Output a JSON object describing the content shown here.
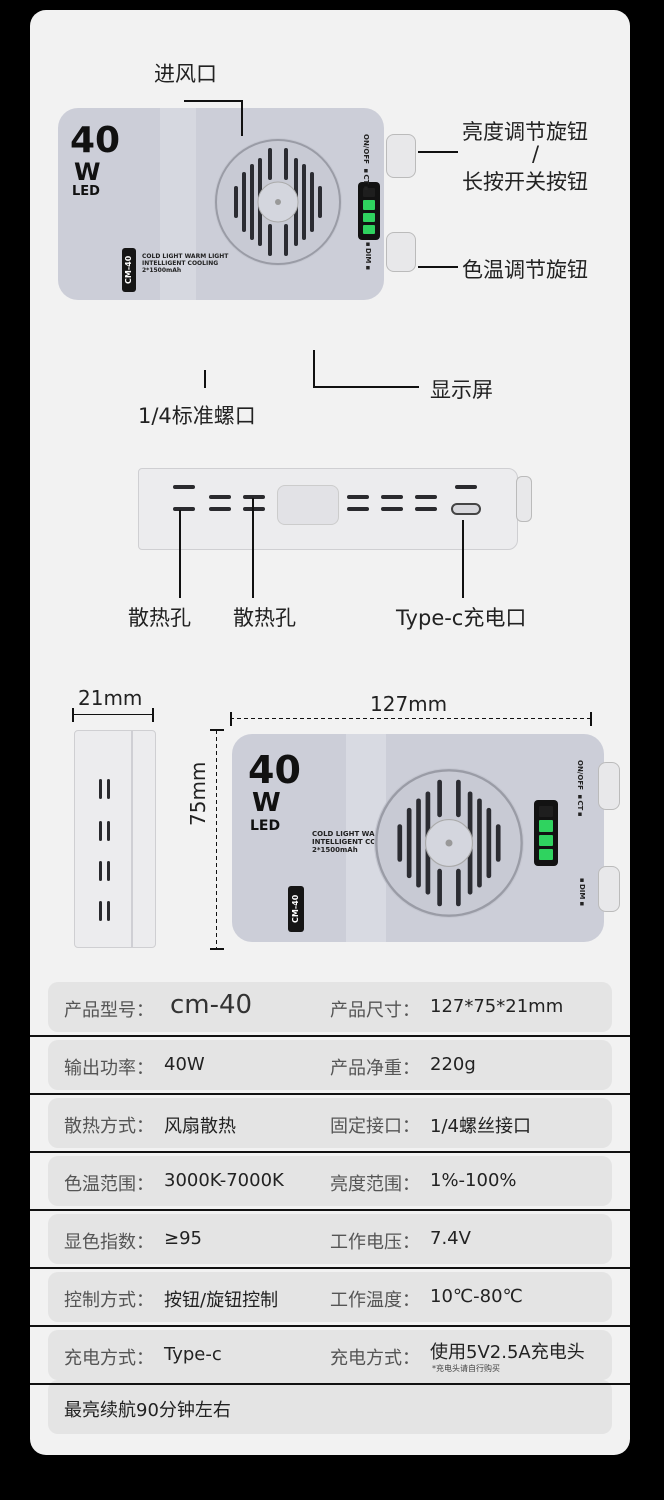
{
  "device": {
    "power": "40",
    "unit": "W",
    "type": "LED",
    "model_tag": "CM-40",
    "desc_line1": "COLD LIGHT WARM LIGHT",
    "desc_line2": "INTELLIGENT COOLING",
    "desc_line3": "2*1500mAh",
    "ct_label": "ON/OFF ▪CT▪",
    "dim_label": "▪DIM▪"
  },
  "callouts": {
    "air_inlet": "进风口",
    "brightness_knob": "亮度调节旋钮",
    "slash": "/",
    "long_press": "长按开关按钮",
    "color_temp_knob": "色温调节旋钮",
    "screw": "1/4标准螺口",
    "display": "显示屏",
    "vent1": "散热孔",
    "vent2": "散热孔",
    "typec": "Type-c充电口"
  },
  "dimensions": {
    "thickness": "21mm",
    "width": "127mm",
    "height": "75mm"
  },
  "specs": [
    {
      "l1": "产品型号：",
      "v1": "cm-40",
      "l2": "产品尺寸：",
      "v2": "127*75*21mm"
    },
    {
      "l1": "输出功率：",
      "v1": "40W",
      "l2": "产品净重：",
      "v2": "220g"
    },
    {
      "l1": "散热方式：",
      "v1": "风扇散热",
      "l2": "固定接口：",
      "v2": "1/4螺丝接口"
    },
    {
      "l1": "色温范围：",
      "v1": "3000K-7000K",
      "l2": "亮度范围：",
      "v2": "1%-100%"
    },
    {
      "l1": "显色指数：",
      "v1": "≥95",
      "l2": "工作电压：",
      "v2": "7.4V"
    },
    {
      "l1": "控制方式：",
      "v1": "按钮/旋钮控制",
      "l2": "工作温度：",
      "v2": "10℃-80℃"
    },
    {
      "l1": "充电方式：",
      "v1": "Type-c",
      "l2": "充电方式：",
      "v2": "使用5V2.5A充电头",
      "note": "*充电头请自行购买"
    }
  ],
  "battery_life": "最亮续航90分钟左右",
  "battery_level": 0.75
}
